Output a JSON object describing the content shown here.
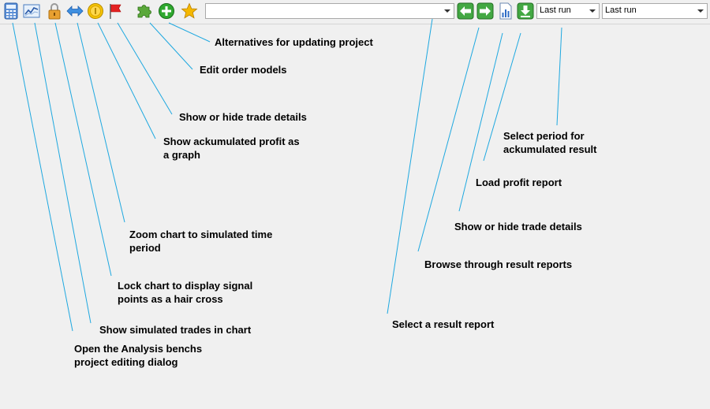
{
  "toolbar": {
    "icons": [
      "calculator-icon",
      "line-chart-icon",
      "lock-icon",
      "double-arrow-icon",
      "gold-coin-icon",
      "red-flag-icon",
      "puzzle-piece-icon",
      "green-plus-icon",
      "star-icon",
      "arrow-left-icon",
      "arrow-right-icon",
      "report-chart-icon",
      "download-icon"
    ],
    "report_combo": {
      "value": ""
    },
    "period_combo_1": {
      "value": "Last run"
    },
    "period_combo_2": {
      "value": "Last run"
    }
  },
  "annotations": {
    "alternatives": "Alternatives for updating project",
    "edit_order": "Edit order models",
    "show_hide_details_left": "Show or hide trade details",
    "ackumulated_graph": "Show ackumulated profit as\na graph",
    "zoom": "Zoom chart to simulated time\nperiod",
    "lock": "Lock chart to display signal\npoints as a hair cross",
    "show_trades": "Show simulated trades in chart",
    "open_dialog": "Open the Analysis benchs\nproject editing dialog",
    "select_period": "Select period for\nackumulated result",
    "load_profit": "Load profit report",
    "show_hide_details_right": "Show or hide trade details",
    "browse": "Browse through result reports",
    "select_report": "Select a result report"
  },
  "colors": {
    "callout_line": "#1ea8e0",
    "background": "#f0f0f0"
  }
}
